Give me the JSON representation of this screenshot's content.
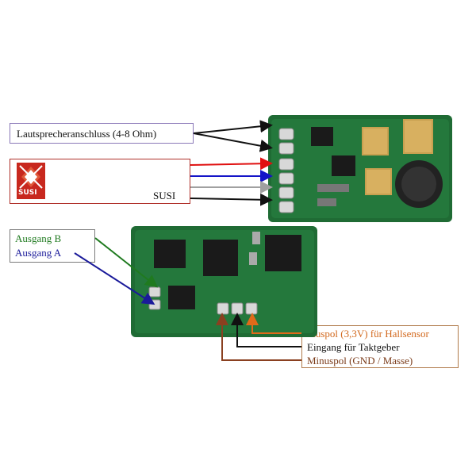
{
  "labels": {
    "speaker": "Lautsprecheranschluss (4-8 Ohm)",
    "susi": "SUSI",
    "ausgang_b": "Ausgang B",
    "ausgang_a": "Ausgang A",
    "pluspol": "Pluspol (3,3V) für Hallsensor",
    "taktgeber": "Eingang für Taktgeber",
    "minuspol": "Minuspol (GND / Masse)"
  },
  "logo": {
    "text": "SUSI",
    "color": "#c8281e"
  },
  "colors": {
    "box_border_speaker": "#8a78b8",
    "box_border_susi": "#b0302a",
    "box_border_ausgang": "#7a7a7a",
    "box_border_pins": "#b07a4a",
    "wire_black": "#111111",
    "wire_red": "#e01010",
    "wire_blue": "#1414c8",
    "wire_grey": "#a0a0a0",
    "wire_green": "#1f7a1f",
    "wire_darkblue": "#1a1a9a",
    "wire_orange": "#e06a1a",
    "wire_brown": "#8a4020",
    "pcb_green": "#1f6b34",
    "text_green": "#1f7a1f",
    "text_blue": "#1a1a9a",
    "text_orange": "#d2691e",
    "text_brown": "#7a3a18"
  }
}
